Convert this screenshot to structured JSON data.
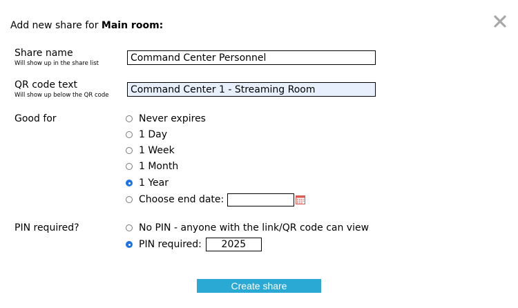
{
  "dialog": {
    "title_prefix": "Add new share for ",
    "room_name": "Main room:",
    "close_icon": "close-x-icon"
  },
  "share_name": {
    "label": "Share name",
    "hint": "Will show up in the share list",
    "value": "Command Center Personnel"
  },
  "qr_code_text": {
    "label": "QR code text",
    "hint": "Will show up below the QR code",
    "value": "Command Center 1 - Streaming Room"
  },
  "good_for": {
    "label": "Good for",
    "options": [
      {
        "label": "Never expires",
        "checked": false
      },
      {
        "label": "1 Day",
        "checked": false
      },
      {
        "label": "1 Week",
        "checked": false
      },
      {
        "label": "1 Month",
        "checked": false
      },
      {
        "label": "1 Year",
        "checked": true
      },
      {
        "label": "Choose end date:",
        "checked": false
      }
    ],
    "end_date_value": "",
    "calendar_icon": "calendar-icon"
  },
  "pin": {
    "label": "PIN required?",
    "options": [
      {
        "label": "No PIN - anyone with the link/QR code can view",
        "checked": false
      },
      {
        "label": "PIN required:",
        "checked": true
      }
    ],
    "pin_value": "2025"
  },
  "create_button": {
    "label": "Create share",
    "color": "#29a9d3"
  },
  "colors": {
    "accent": "#1a73e8",
    "qr_input_bg": "#e8f0fe"
  }
}
